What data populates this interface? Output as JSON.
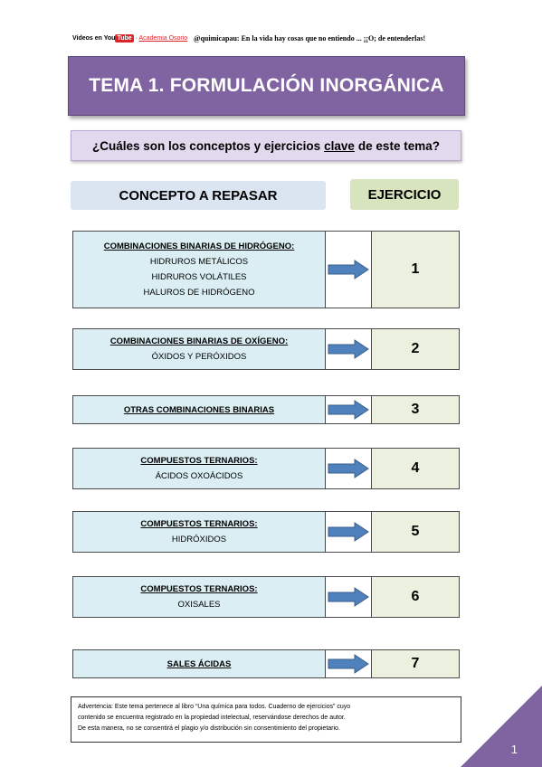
{
  "header": {
    "videos_prefix": "Videos en You",
    "youtube_badge": "Tube",
    "separator": " · ",
    "academia": "Academia Osorio",
    "tagline": "@quimicapau: En la vida hay cosas que no entiendo ... ¡¡O; de entenderlas!"
  },
  "title": "TEMA 1. FORMULACIÓN INORGÁNICA",
  "question": {
    "before": "¿Cuáles son los conceptos y ejercicios",
    "key": "clave",
    "after": "de este tema?"
  },
  "columns": {
    "concept": "CONCEPTO A REPASAR",
    "exercise": "EJERCICIO"
  },
  "rows": [
    {
      "heading": "COMBINACIONES BINARIAS DE HIDRÓGENO:",
      "lines": [
        "HIDRUROS METÁLICOS",
        "HIDRUROS VOLÁTILES",
        "HALUROS DE HIDRÓGENO"
      ],
      "exercise": "1"
    },
    {
      "heading": "COMBINACIONES BINARIAS DE OXÍGENO:",
      "lines": [
        "ÓXIDOS Y PERÓXIDOS"
      ],
      "exercise": "2"
    },
    {
      "heading": "OTRAS COMBINACIONES BINARIAS",
      "lines": [],
      "exercise": "3"
    },
    {
      "heading": "COMPUESTOS TERNARIOS:",
      "lines": [
        "ÁCIDOS OXOÁCIDOS"
      ],
      "exercise": "4"
    },
    {
      "heading": "COMPUESTOS TERNARIOS:",
      "lines": [
        "HIDRÓXIDOS"
      ],
      "exercise": "5"
    },
    {
      "heading": "COMPUESTOS TERNARIOS:",
      "lines": [
        "OXISALES"
      ],
      "exercise": "6"
    },
    {
      "heading": "SALES ÁCIDAS",
      "lines": [],
      "exercise": "7"
    }
  ],
  "warning": {
    "line1": "Advertencia: Este tema pertenece al libro “Una química para todos. Cuaderno de ejercicios” cuyo",
    "line2": "contenido se encuentra registrado en la propiedad intelectual, reservándose derechos de autor.",
    "line3": "De esta manera, no se consentirá el plagio y/o distribución sin consentimiento del propietario."
  },
  "page_number": "1",
  "colors": {
    "title_bg": "#8064a2",
    "question_bg": "#e2d9ef",
    "concept_head_bg": "#dbe5f1",
    "exercise_head_bg": "#d7e4bd",
    "concept_cell_bg": "#daeef3",
    "exercise_cell_bg": "#ebf1de",
    "arrow": "#4f81bd",
    "corner": "#8064a2"
  },
  "icons": {
    "arrow": "right-arrow-icon"
  }
}
